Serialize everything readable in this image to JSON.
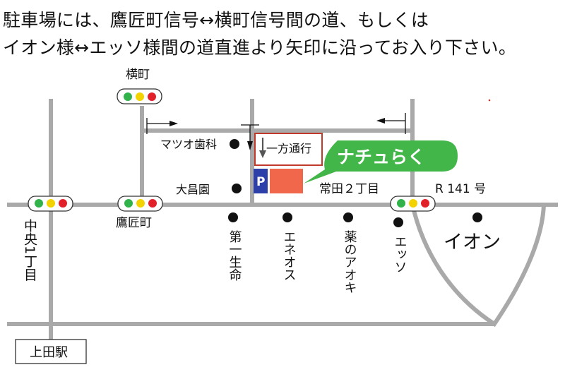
{
  "instructions": {
    "line1": "駐車場には、鷹匠町信号↔横町信号間の道、もしくは",
    "line2": "イオン様↔エッソ様間の道直進より矢印に沿ってお入り下さい。"
  },
  "labels": {
    "yokomachi": "横町",
    "takajomachi": "鷹匠町",
    "chuo": "中央1丁目",
    "ueda_station": "上田駅",
    "matsuo_dental": "マツオ歯科",
    "taisho_en": "大昌園",
    "one_way": "一方通行",
    "parking": "P",
    "nachuraku": "ナチュらく",
    "tokida": "常田２丁目",
    "route": "R 141 号",
    "daiichi_seimei": "第一生命",
    "eneos": "エネオス",
    "kusuri_aoki": "薬のアオキ",
    "esso": "エッソ",
    "aeon": "イオン"
  },
  "colors": {
    "road": "#a9a9a9",
    "signal_green": "#32b24a",
    "signal_yellow": "#f2d300",
    "signal_red": "#e2202a",
    "callout_green": "#43b649",
    "parking_blue": "#2d3fa8",
    "building_orange": "#f0674b",
    "one_way_box": "#c0392b"
  }
}
